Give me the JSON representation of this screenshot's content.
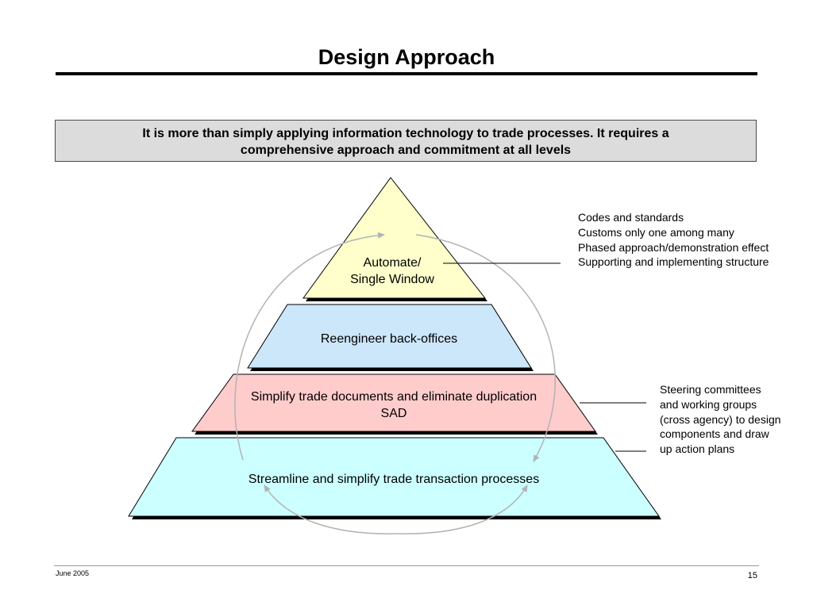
{
  "slide": {
    "title": "Design Approach",
    "statement": {
      "line1": "It is more than simply applying information technology to trade processes.  It requires a",
      "line2": "comprehensive approach and commitment at all levels"
    }
  },
  "pyramid": {
    "tiers": [
      {
        "lines": [
          "Automate/",
          "Single Window"
        ],
        "color": "#ffffcc"
      },
      {
        "lines": [
          "Reengineer back-offices"
        ],
        "color": "#cce6fa"
      },
      {
        "lines": [
          "Simplify trade documents and eliminate duplication",
          "SAD"
        ],
        "color": "#ffcccc"
      },
      {
        "lines": [
          "Streamline and simplify trade transaction processes"
        ],
        "color": "#ccffff"
      }
    ],
    "cycle_arrow_color": "#b3b3b3"
  },
  "notes": {
    "top": [
      "Codes and standards",
      "Customs only one among many",
      "Phased approach/demonstration effect",
      "Supporting and implementing structure"
    ],
    "bottom": [
      "Steering committees",
      "and working groups",
      "(cross agency) to design",
      "components and draw",
      "up action plans"
    ]
  },
  "footer": {
    "date": "June  2005",
    "page": "15"
  }
}
